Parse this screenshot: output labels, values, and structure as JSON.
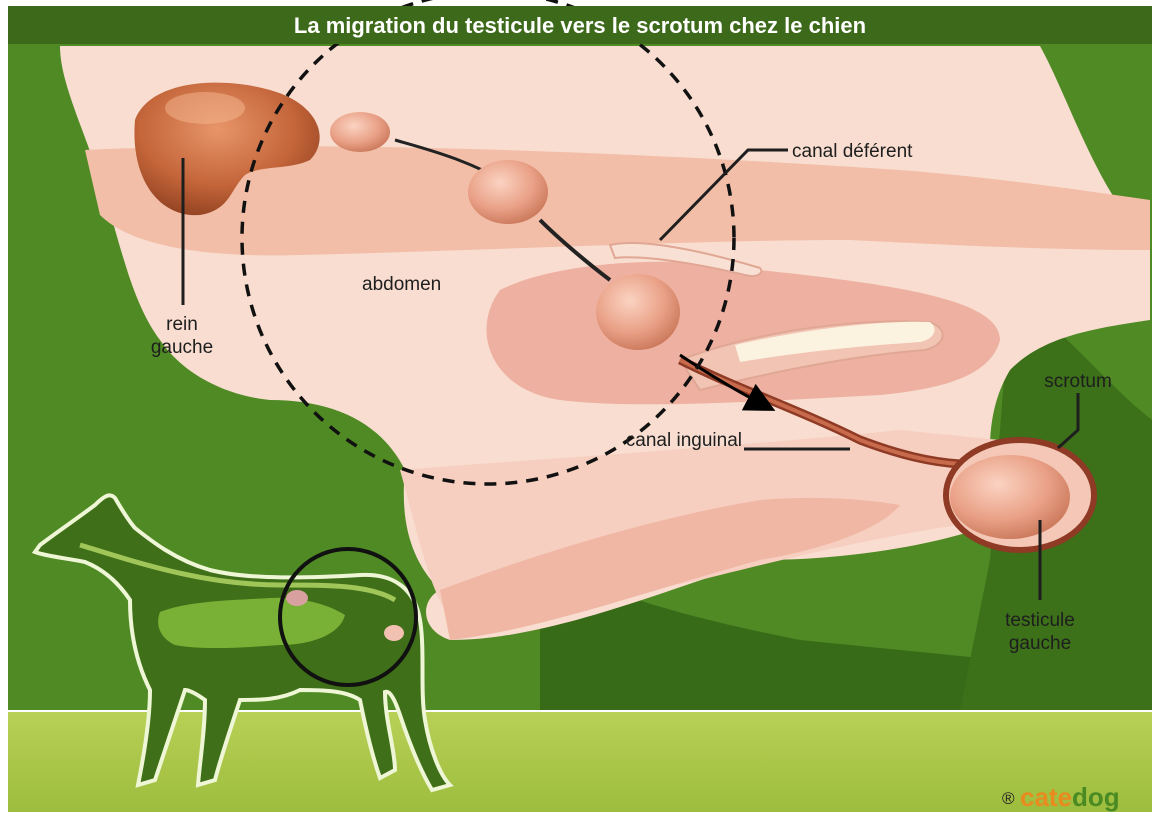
{
  "title": "La migration du testicule vers le scrotum chez le chien",
  "labels": {
    "canal_deferent": "canal déférent",
    "abdomen": "abdomen",
    "rein": [
      "rein",
      "gauche"
    ],
    "scrotum": "scrotum",
    "canal_inguinal": "canal inguinal",
    "testicule": [
      "testicule",
      "gauche"
    ]
  },
  "brand": {
    "registered": "®",
    "logo": "catedog",
    "logo_parts": [
      "cat",
      "e",
      "dog"
    ]
  },
  "colors": {
    "title_bar": "#3d6a1a",
    "background_green": "#4f8a24",
    "dark_green": "#386b18",
    "ground": "#a6c34a",
    "tissue_light": "#f8ddd0",
    "tissue_mid": "#eeb6a0",
    "organ": "#e08e70",
    "kidney": "#b85a35",
    "logo_orange": "#e88a1e",
    "logo_green": "#4a8a22"
  }
}
